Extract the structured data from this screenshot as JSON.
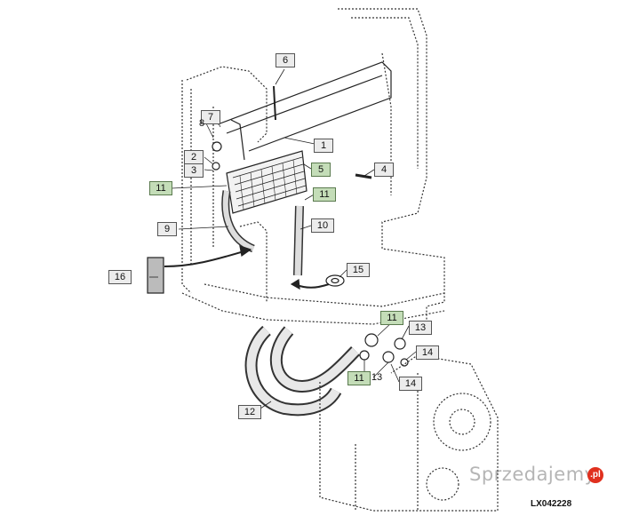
{
  "callouts": {
    "c1": "1",
    "c2": "2",
    "c3": "3",
    "c4": "4",
    "c5": "5",
    "c6": "6",
    "c7": "7",
    "c8": "8",
    "c9": "9",
    "c10": "10",
    "c11a": "11",
    "c11b": "11",
    "c11c": "11",
    "c11d": "11",
    "c12": "12",
    "c13a": "13",
    "c13b": "13",
    "c14a": "14",
    "c14b": "14",
    "c15": "15",
    "c16": "16"
  },
  "reference_code": "LX042228",
  "watermark": {
    "text": "Sprzedajemy",
    "badge": ".pl"
  },
  "colors": {
    "highlight": "#c4ddb8",
    "callout": "#ececec",
    "line": "#222222"
  }
}
